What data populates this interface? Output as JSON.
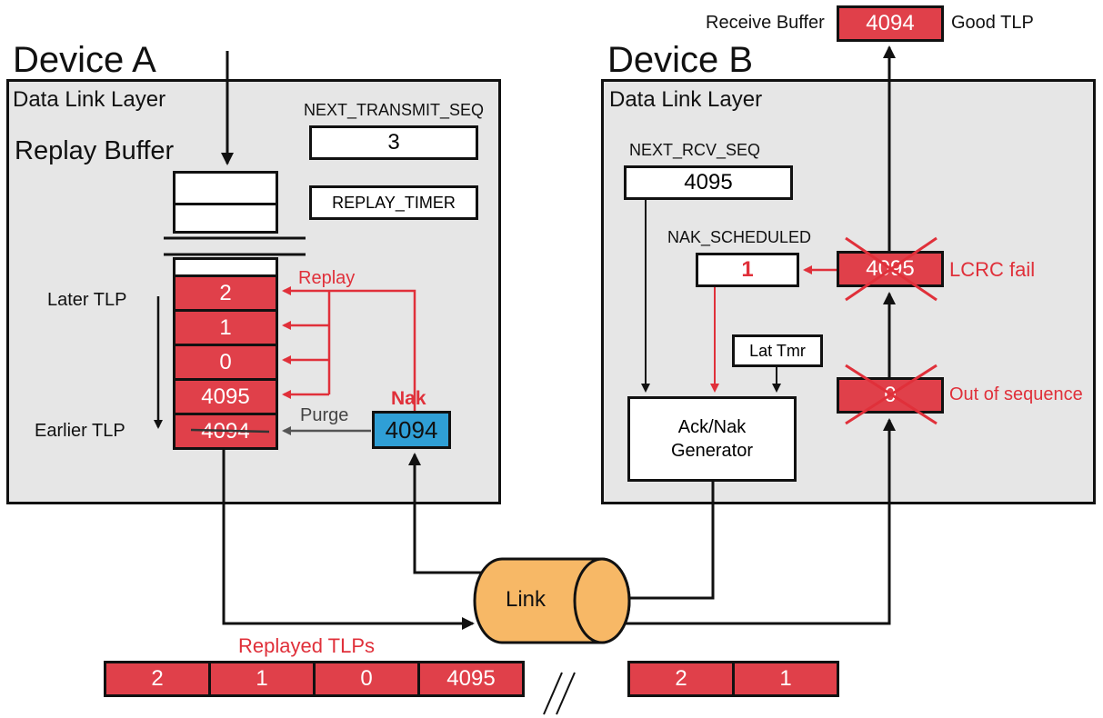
{
  "device_a": {
    "title": "Device A",
    "layer_label": "Data Link Layer",
    "replay_buffer_label": "Replay Buffer",
    "next_transmit_seq_label": "NEXT_TRANSMIT_SEQ",
    "next_transmit_seq_value": "3",
    "replay_timer_label": "REPLAY_TIMER",
    "later_tlp_label": "Later TLP",
    "earlier_tlp_label": "Earlier TLP",
    "buffer_entries": [
      "2",
      "1",
      "0",
      "4095",
      "4094"
    ],
    "replay_label": "Replay",
    "purge_label": "Purge",
    "nak_label": "Nak",
    "nak_value": "4094"
  },
  "device_b": {
    "title": "Device B",
    "layer_label": "Data Link Layer",
    "next_rcv_seq_label": "NEXT_RCV_SEQ",
    "next_rcv_seq_value": "4095",
    "nak_scheduled_label": "NAK_SCHEDULED",
    "nak_scheduled_value": "1",
    "lat_tmr_label": "Lat Tmr",
    "ack_nak_generator_label_1": "Ack/Nak",
    "ack_nak_generator_label_2": "Generator",
    "lcrc_fail_value": "4095",
    "lcrc_fail_label": "LCRC fail",
    "out_of_seq_value": "0",
    "out_of_seq_label": "Out of sequence",
    "receive_buffer_label": "Receive Buffer",
    "receive_buffer_value": "4094",
    "good_tlp_label": "Good TLP"
  },
  "link": {
    "label": "Link",
    "replayed_tlps_label": "Replayed TLPs",
    "replayed_tlps": [
      "2",
      "1",
      "0",
      "4095"
    ],
    "incoming_tlps": [
      "2",
      "1"
    ]
  },
  "colors": {
    "tlp_red": "#e0404a",
    "annotation_red": "#e0303a",
    "nak_blue": "#2f9fd6",
    "link_orange": "#f7b866",
    "layer_gray": "#e6e6e6"
  }
}
